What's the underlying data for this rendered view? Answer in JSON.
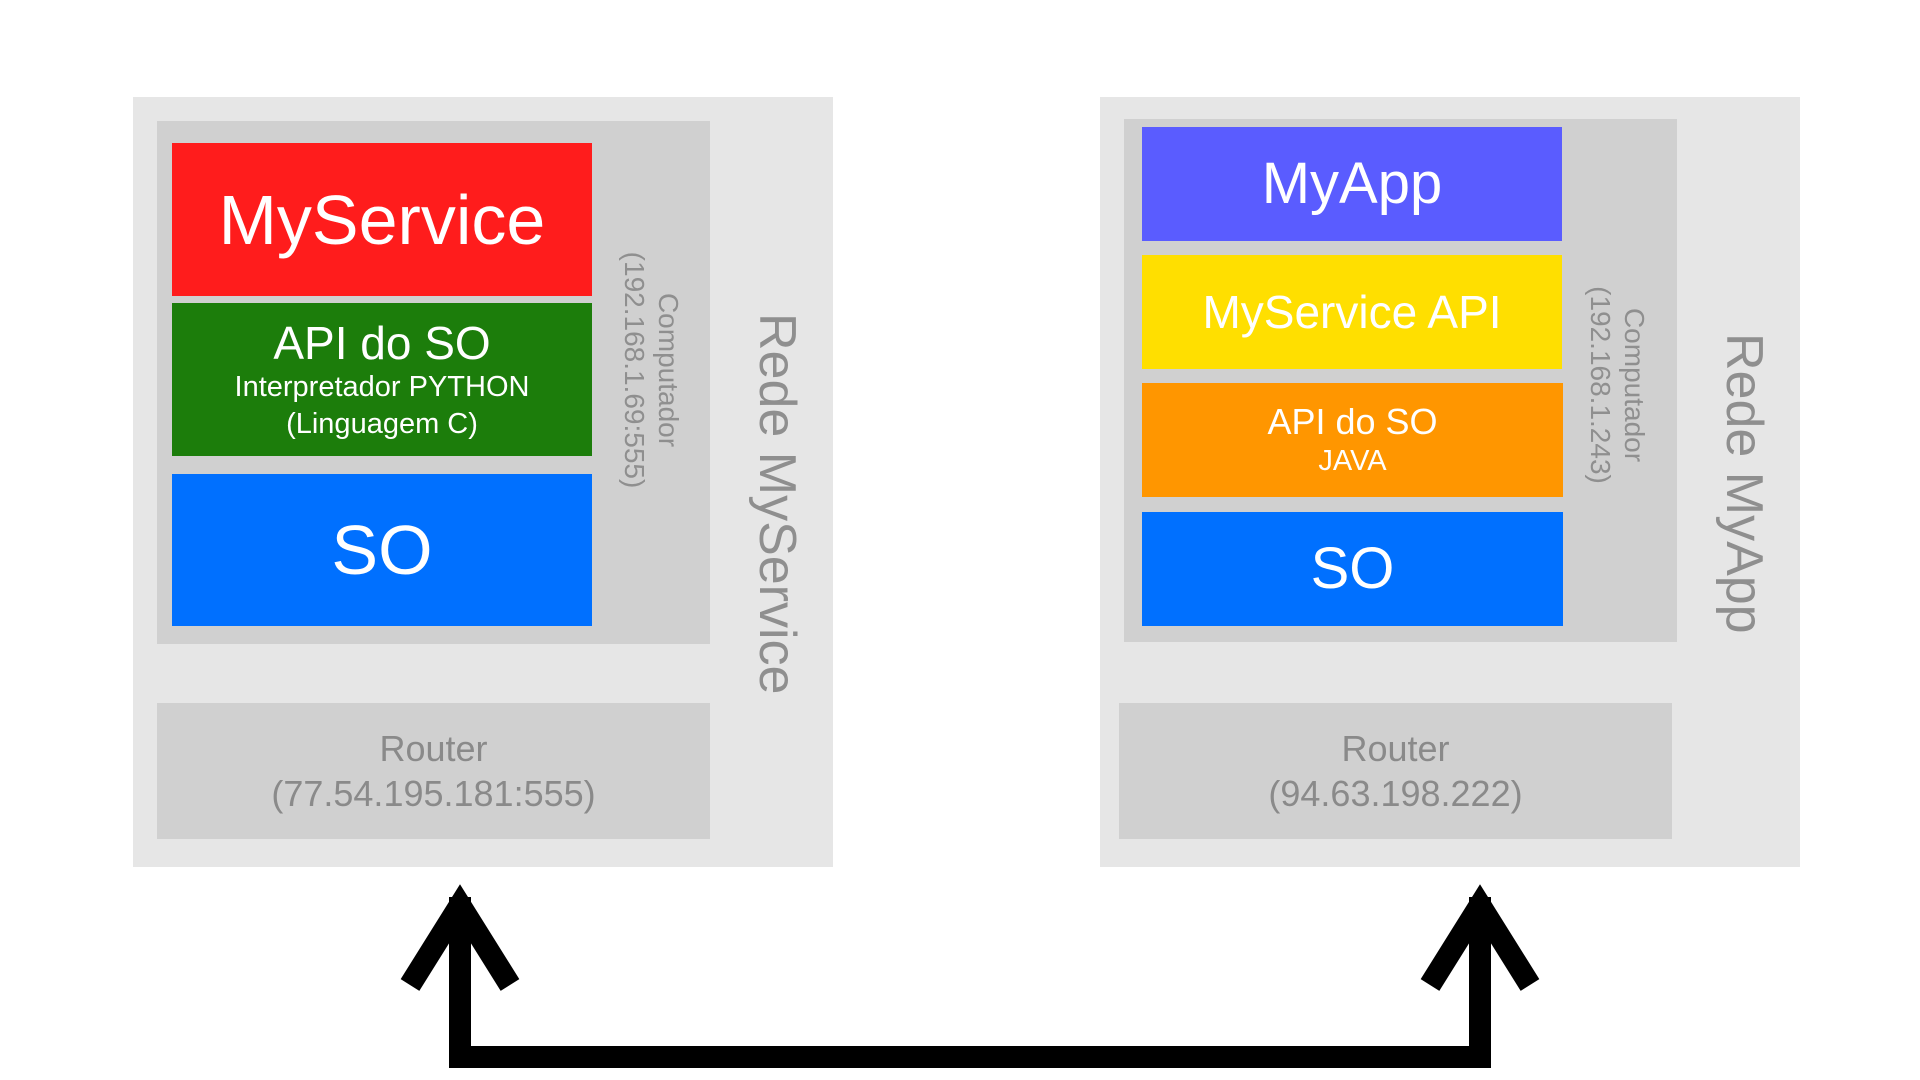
{
  "left": {
    "network_label": "Rede MyService",
    "computer_label": "Computador",
    "computer_address": "(192.168.1.69:555)",
    "layers": {
      "service": "MyService",
      "api_title": "API do SO",
      "api_sub1": "Interpretador PYTHON",
      "api_sub2": "(Linguagem C)",
      "os": "SO"
    },
    "router_label": "Router",
    "router_address": "(77.54.195.181:555)"
  },
  "right": {
    "network_label": "Rede MyApp",
    "computer_label": "Computador",
    "computer_address": "(192.168.1.243)",
    "layers": {
      "app": "MyApp",
      "service_api": "MyService API",
      "api_title": "API do SO",
      "api_sub": "JAVA",
      "os": "SO"
    },
    "router_label": "Router",
    "router_address": "(94.63.198.222)"
  },
  "colors": {
    "myservice": "#ff1c1c",
    "api_so_left": "#1c7d0b",
    "so": "#0070ff",
    "myapp": "#5a5cff",
    "myservice_api": "#ffdf00",
    "api_so_right": "#ff9600",
    "network_bg": "#e6e6e6",
    "computer_bg": "#d0d0d0",
    "connector": "#000000"
  }
}
